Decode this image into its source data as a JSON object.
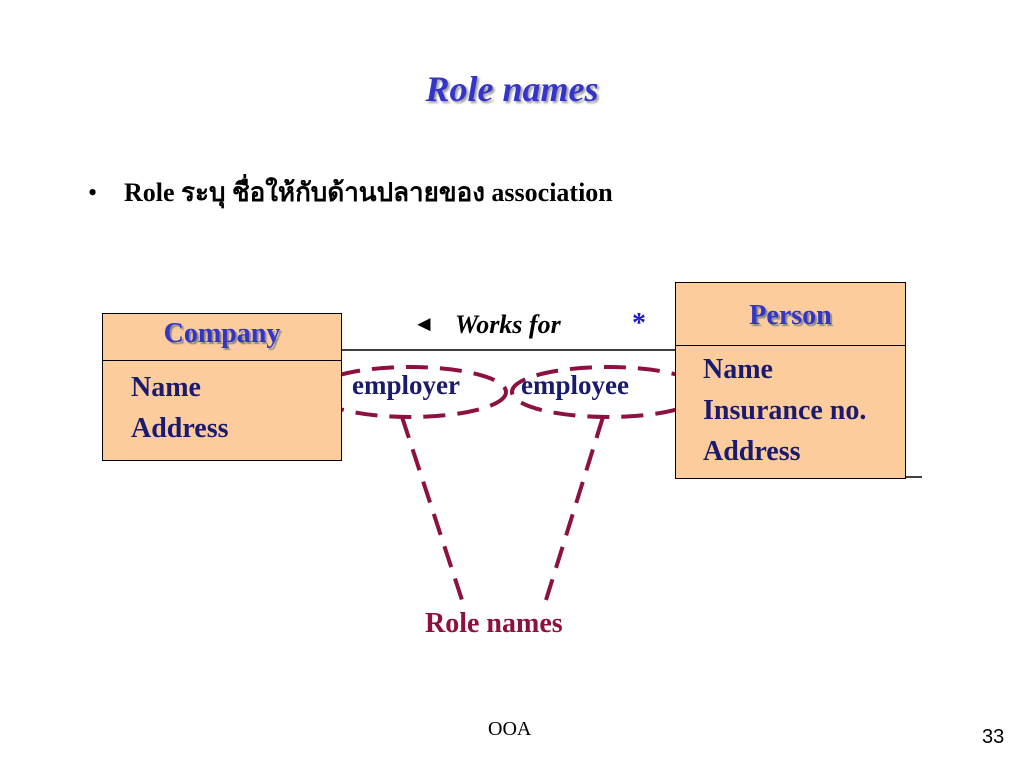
{
  "slide": {
    "title": "Role names",
    "bullet": {
      "marker": "•",
      "text": "Role ระบุ ชื่อให้กับด้านปลายของ association"
    },
    "footer": "OOA",
    "page_number": "33"
  },
  "diagram": {
    "company": {
      "name": "Company",
      "attributes": [
        "Name",
        "Address"
      ]
    },
    "person": {
      "name": "Person",
      "attributes": [
        "Name",
        "Insurance no.",
        "Address"
      ]
    },
    "association": {
      "direction_arrow": "◄",
      "name": "Works for",
      "multiplicity": "*",
      "role_company_end": "employer",
      "role_person_end": "employee"
    },
    "callout_label": "Role names"
  },
  "colors": {
    "title": "#3434c8",
    "class_fill": "#fccc9c",
    "callout": "#8c1040",
    "attribute_text": "#1a1a6e"
  }
}
